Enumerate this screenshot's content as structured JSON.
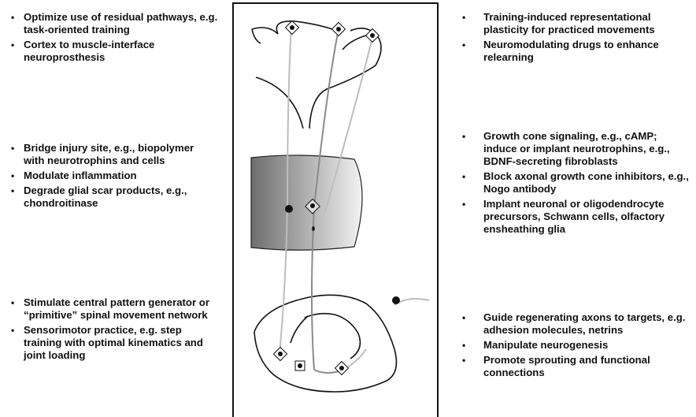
{
  "left_column": {
    "groups": [
      {
        "items": [
          "Optimize use of residual pathways, e.g. task-oriented training",
          "Cortex to muscle-interface neuroprosthesis"
        ]
      },
      {
        "items": [
          "Bridge injury site, e.g., biopolymer with neurotrophins and cells",
          "Modulate inflammation",
          "Degrade glial scar products, e.g., chondroitinase"
        ]
      },
      {
        "items": [
          "Stimulate central pattern generator or “primitive” spinal movement network",
          "Sensorimotor practice, e.g. step training with optimal kinematics and joint loading"
        ]
      }
    ]
  },
  "right_column": {
    "groups": [
      {
        "items": [
          "Training-induced representational plasticity for practiced movements",
          "Neuromodulating drugs to enhance relearning"
        ]
      },
      {
        "items": [
          "Growth cone signaling, e.g., cAMP; induce or implant neurotrophins, e.g., BDNF-secreting fibroblasts",
          "Block axonal growth cone inhibitors, e.g., Nogo antibody",
          "Implant neuronal or oligodendrocyte precursors, Schwann cells, olfactory ensheathing glia"
        ]
      },
      {
        "items": [
          "Guide regenerating axons to targets, e.g. adhesion molecules, netrins",
          "Manipulate neurogenesis",
          "Promote sprouting and functional connections"
        ]
      }
    ]
  },
  "bullet_char": "•",
  "colors": {
    "text": "#111111",
    "frame": "#111111",
    "axon_light": "#bdbdbd",
    "axon_mid": "#8a8a8a",
    "lesion_dark": "#6e6e6e",
    "lesion_light": "#f2f2f2"
  }
}
